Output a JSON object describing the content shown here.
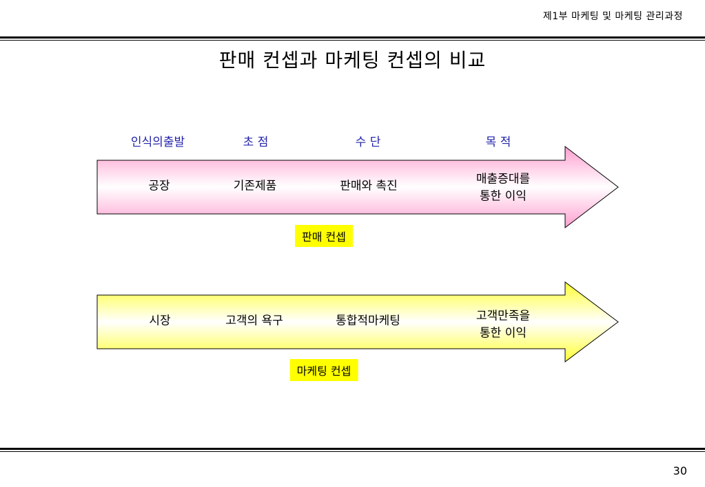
{
  "header": {
    "running_title": "제1부 마케팅 및 마케팅 관리과정"
  },
  "title": "판매 컨셉과 마케팅 컨셉의 비교",
  "columns": [
    "인식의출발",
    "초 점",
    "수 단",
    "목 적"
  ],
  "selling_concept": {
    "cells": [
      "공장",
      "기존제품",
      "판매와 촉진"
    ],
    "goal_line1": "매출증대를",
    "goal_line2": "통한 이익",
    "label": "판매 컨셉",
    "fill_color": "#ffb6d8"
  },
  "marketing_concept": {
    "cells": [
      "시장",
      "고객의 욕구",
      "통합적마케팅"
    ],
    "goal_line1": "고객만족을",
    "goal_line2": "통한 이익",
    "label": "마케팅 컨셉",
    "fill_color": "#ffff99"
  },
  "colors": {
    "column_header": "#2222aa",
    "label_highlight": "#ffff00"
  },
  "page_number": "30"
}
